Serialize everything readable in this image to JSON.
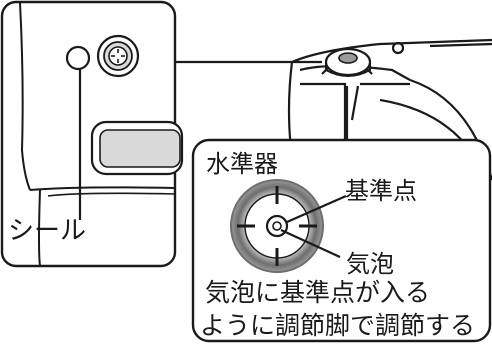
{
  "labels": {
    "seal": "シール",
    "level_indicator": "水準器",
    "reference_point": "基準点",
    "bubble": "気泡",
    "instruction_line1": "気泡に基準点が入る",
    "instruction_line2": "ように調節脚で調節する"
  },
  "colors": {
    "line": "#1a1a1a",
    "panel_background": "#ffffff",
    "device_shade": "#d9d9d9",
    "level_ring": "#8a8a8a"
  }
}
